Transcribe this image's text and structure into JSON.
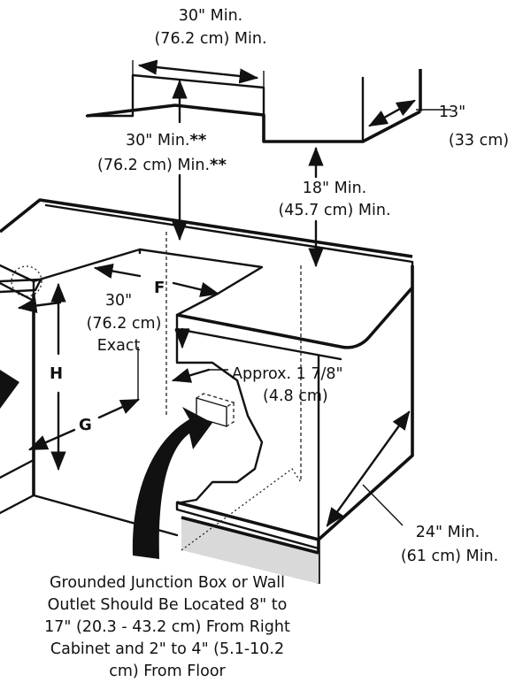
{
  "labels": {
    "top_width": {
      "line1": "30\" Min.",
      "line2": "(76.2 cm) Min."
    },
    "hood_clearance": {
      "line1": "30\" Min.",
      "line1_mark": "**",
      "line2": "(76.2 cm) Min.",
      "line2_mark": "**"
    },
    "cabinet_depth": {
      "line1": "13\"",
      "line2": "(33 cm)"
    },
    "upper_clearance": {
      "line1": "18\" Min.",
      "line2": "(45.7 cm) Min."
    },
    "letter_f": "F",
    "cutout_width": {
      "line1": "30\"",
      "line2": "(76.2 cm)",
      "line3": "Exact"
    },
    "letter_h": "H",
    "letter_g": "G",
    "approx": {
      "line1": "Approx. 1 7/8\"",
      "line2": "(4.8 cm)"
    },
    "counter_depth": {
      "line1": "24\" Min.",
      "line2": "(61 cm) Min."
    },
    "junction_note": [
      "Grounded Junction Box or Wall",
      "Outlet Should Be Located 8\" to",
      "17\" (20.3 - 43.2 cm) From Right",
      "Cabinet and 2\" to 4\" (5.1-10.2",
      "cm) From Floor"
    ]
  },
  "colors": {
    "ink": "#111111",
    "floor_shade": "#d9d9d9",
    "background": "#ffffff"
  }
}
